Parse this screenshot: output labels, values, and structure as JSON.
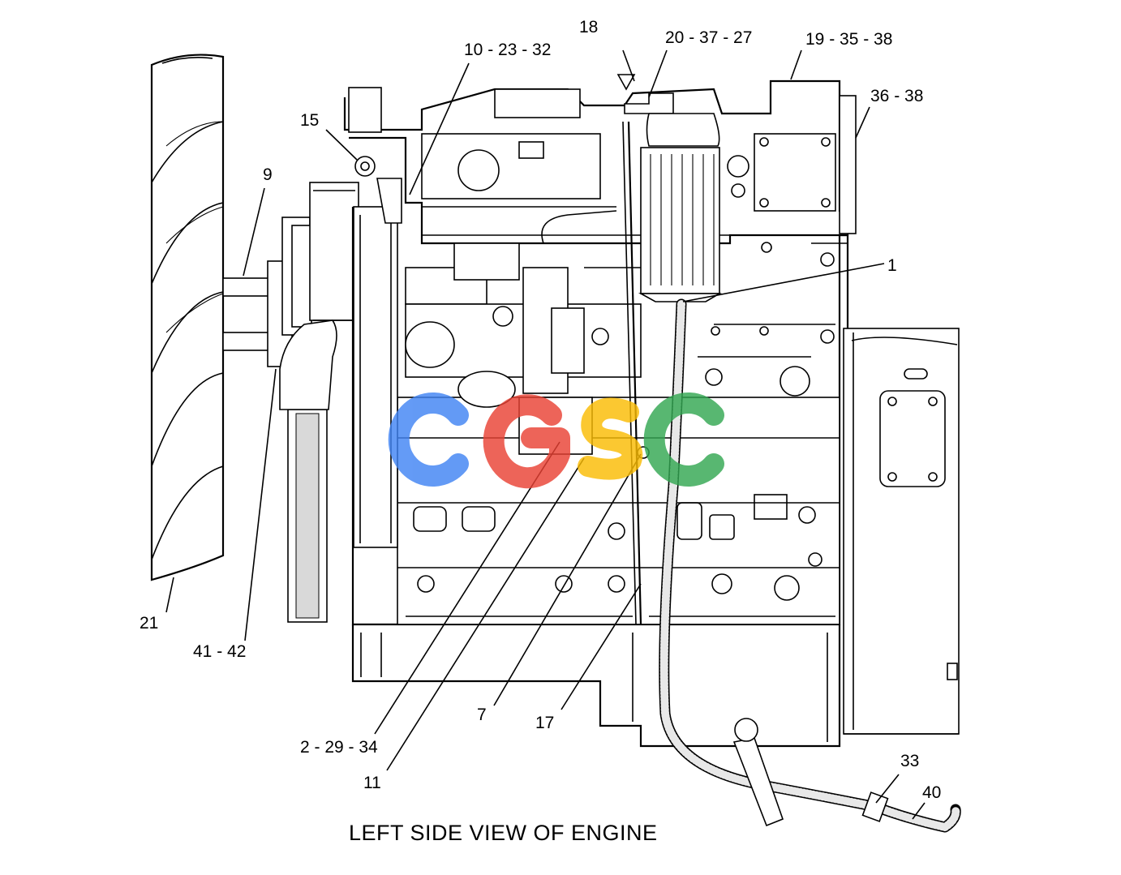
{
  "caption": "LEFT SIDE VIEW OF ENGINE",
  "callouts": {
    "c18": "18",
    "c20_37_27": "20 - 37 - 27",
    "c19_35_38": "19 - 35 - 38",
    "c10_23_32": "10 - 23 - 32",
    "c36_38": "36 - 38",
    "c15": "15",
    "c9": "9",
    "c1": "1",
    "c21": "21",
    "c41_42": "41 - 42",
    "c7": "7",
    "c17": "17",
    "c2_29_34": "2 - 29 - 34",
    "c11": "11",
    "c33": "33",
    "c40": "40"
  },
  "watermark": {
    "letters": [
      "C",
      "G",
      "S",
      "C"
    ],
    "colors": [
      "#4285f4",
      "#ea4335",
      "#fbbc05",
      "#34a853"
    ]
  }
}
